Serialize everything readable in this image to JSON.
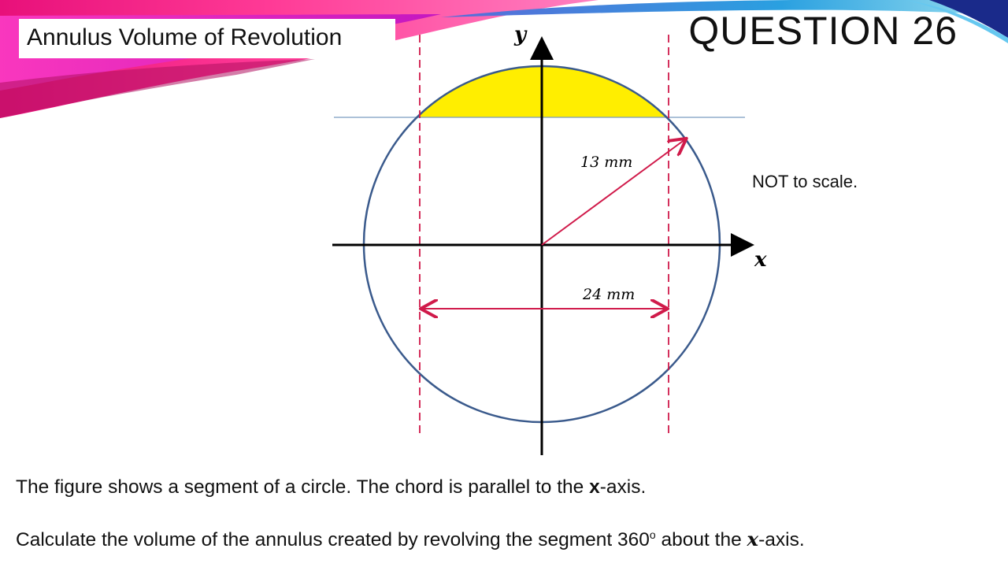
{
  "slide": {
    "subtitle": "Annulus Volume of Revolution",
    "title": "QUESTION 26",
    "note": "NOT to scale.",
    "line1": {
      "before": "The figure shows a segment of a circle.  The chord is parallel to the ",
      "var": "x",
      "after": "-axis."
    },
    "line2": {
      "before": "Calculate the volume of the annulus created by revolving the segment 360",
      "degree": "o",
      "middle": " about  the ",
      "var": "x",
      "after": "-axis."
    }
  },
  "diagram": {
    "y_axis_label": "y",
    "x_axis_label": "x",
    "radius_label": "13 mm",
    "chord_label": "24 mm",
    "colors": {
      "circle": "#3a5a8c",
      "segment_fill": "#ffee00",
      "chord_line": "#7a9cc0",
      "dimension": "#d01a4a",
      "axes": "#000000"
    }
  }
}
